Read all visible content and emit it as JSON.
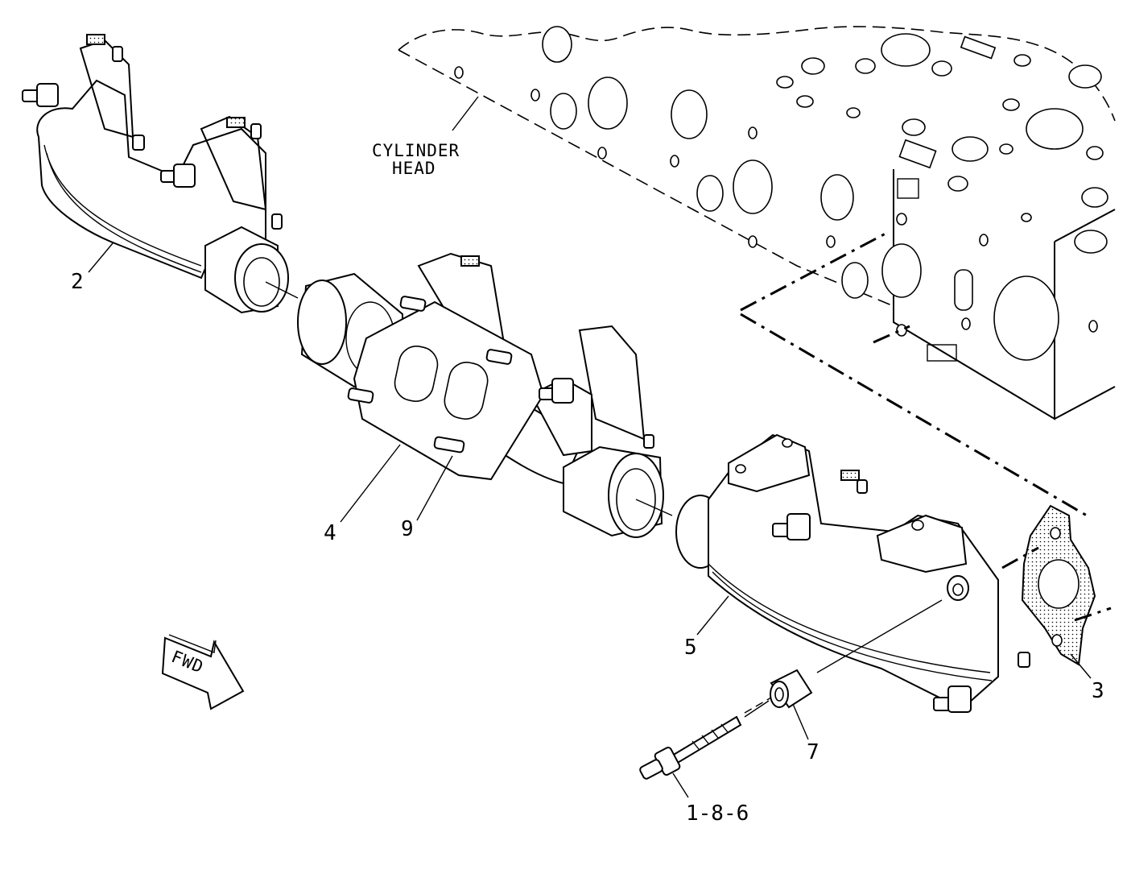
{
  "callouts": {
    "cylinder_head_line1": "CYLINDER",
    "cylinder_head_line2": "HEAD",
    "part_2": "2",
    "part_4": "4",
    "part_9": "9",
    "part_5": "5",
    "part_3": "3",
    "part_7": "7",
    "part_1_8_6": "1-8-6",
    "fwd": "FWD"
  },
  "icons": {
    "fwd_arrow": "fwd-arrow-icon"
  }
}
